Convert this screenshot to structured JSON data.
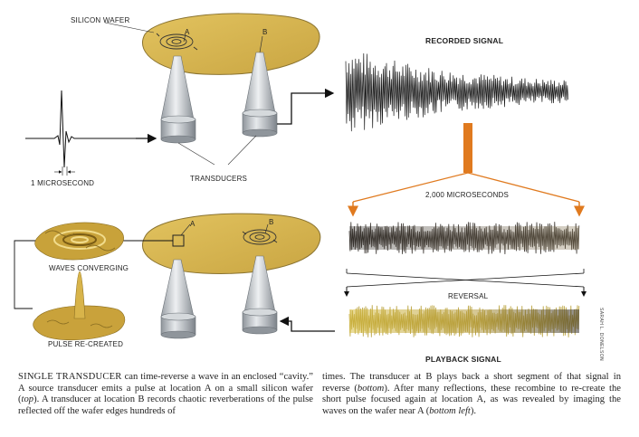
{
  "labels": {
    "silicon_wafer": "SILICON WAFER",
    "point_a": "A",
    "point_b": "B",
    "pulse_width": "1 MICROSECOND",
    "transducers": "TRANSDUCERS",
    "recorded_signal": "RECORDED SIGNAL",
    "segment_length": "2,000 MICROSECONDS",
    "reversal": "REVERSAL",
    "playback_signal": "PLAYBACK SIGNAL",
    "waves_converging": "WAVES CONVERGING",
    "pulse_recreated": "PULSE RE-CREATED",
    "credit": "SARAH L. DONELSON"
  },
  "caption": {
    "lead": "SINGLE TRANSDUCER",
    "col1_text": " can time-reverse a wave in an enclosed “cavity.” A source transducer emits a pulse at location A on a small silicon wafer (",
    "col1_em1": "top",
    "col1_text2": "). A transducer at location B records chaotic reverberations of the pulse reflected off the wafer edges hundreds of",
    "col2_text": "times. The transducer at B plays back a short segment of that signal in reverse (",
    "col2_em1": "bottom",
    "col2_text2": "). After many reflections, these recombine to re-create the short pulse focused again at location A, as was revealed by imaging the waves on the wafer near A (",
    "col2_em2": "bottom left",
    "col2_text3": ")."
  },
  "colors": {
    "wafer": "#d8b552",
    "wafer_edge": "#8a7330",
    "transducer_body": "#c9cdd0",
    "arrow_orange": "#e07a1f",
    "recorded_wave": "#1a1a1a",
    "playback_dark": "#3a3530",
    "playback_gold": "#c9a838"
  }
}
